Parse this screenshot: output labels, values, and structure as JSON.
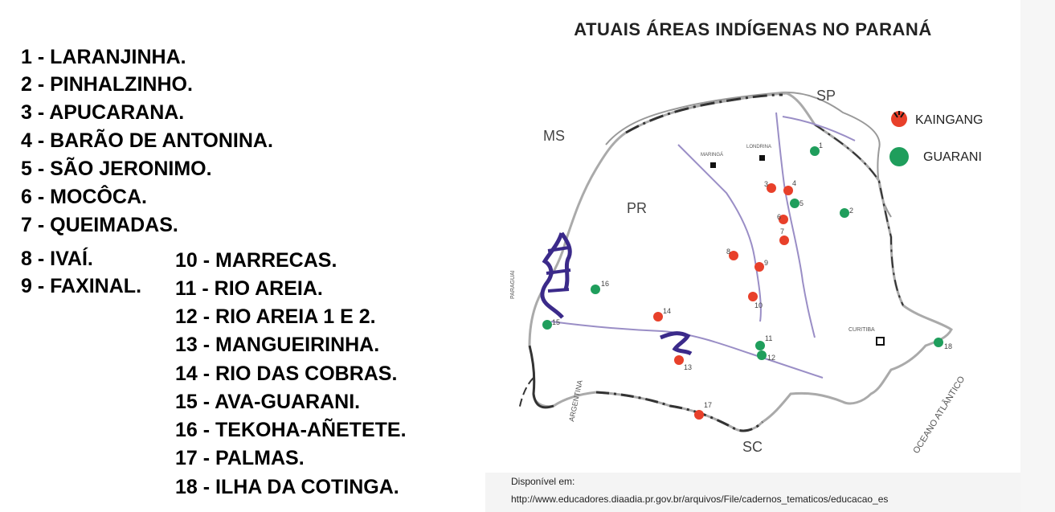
{
  "list": {
    "items": [
      "1 - LARANJINHA.",
      "2 - PINHALZINHO.",
      "3 - APUCARANA.",
      "4 - BARÃO DE ANTONINA.",
      "5 - SÃO JERONIMO.",
      "6 - MOCÔCA.",
      "7 - QUEIMADAS.",
      "8 - IVAÍ.",
      "9 - FAXINAL.",
      "10 - MARRECAS.",
      "11 - RIO AREIA.",
      "12 - RIO AREIA 1 E 2.",
      "13 - MANGUEIRINHA.",
      "14 - RIO DAS COBRAS.",
      "15 - AVA-GUARANI.",
      "16 - TEKOHA-AÑETETE.",
      "17 - PALMAS.",
      "18 - ILHA DA COTINGA."
    ]
  },
  "map": {
    "title": "ATUAIS ÁREAS INDÍGENAS NO PARANÁ",
    "legend": {
      "kaingang_label": "KAINGANG",
      "guarani_label": "GUARANI",
      "kaingang_color": "#e8402a",
      "guarani_color": "#1f9e5c"
    },
    "region_labels": {
      "ms": "MS",
      "sp": "SP",
      "pr": "PR",
      "sc": "SC",
      "paraguai": "PARAGUAI",
      "argentina": "ARGENTINA",
      "oceano": "OCEANO ATLÂNTICO"
    },
    "city_labels": {
      "maringa": "MARINGÁ",
      "londrina": "LONDRINA",
      "curitiba": "CURITIBA"
    },
    "markers": [
      {
        "num": "1",
        "group": "guarani"
      },
      {
        "num": "2",
        "group": "guarani"
      },
      {
        "num": "3",
        "group": "kaingang"
      },
      {
        "num": "4",
        "group": "kaingang"
      },
      {
        "num": "5",
        "group": "guarani"
      },
      {
        "num": "6",
        "group": "kaingang"
      },
      {
        "num": "7",
        "group": "kaingang"
      },
      {
        "num": "8",
        "group": "kaingang"
      },
      {
        "num": "9",
        "group": "kaingang"
      },
      {
        "num": "10",
        "group": "kaingang"
      },
      {
        "num": "11",
        "group": "guarani"
      },
      {
        "num": "12",
        "group": "guarani"
      },
      {
        "num": "13",
        "group": "kaingang"
      },
      {
        "num": "14",
        "group": "kaingang"
      },
      {
        "num": "15",
        "group": "guarani"
      },
      {
        "num": "16",
        "group": "guarani"
      },
      {
        "num": "17",
        "group": "kaingang"
      },
      {
        "num": "18",
        "group": "guarani"
      }
    ]
  },
  "source": {
    "line1": "Disponível em:",
    "line2": "http://www.educadores.diaadia.pr.gov.br/arquivos/File/cadernos_tematicos/educacao_es"
  }
}
